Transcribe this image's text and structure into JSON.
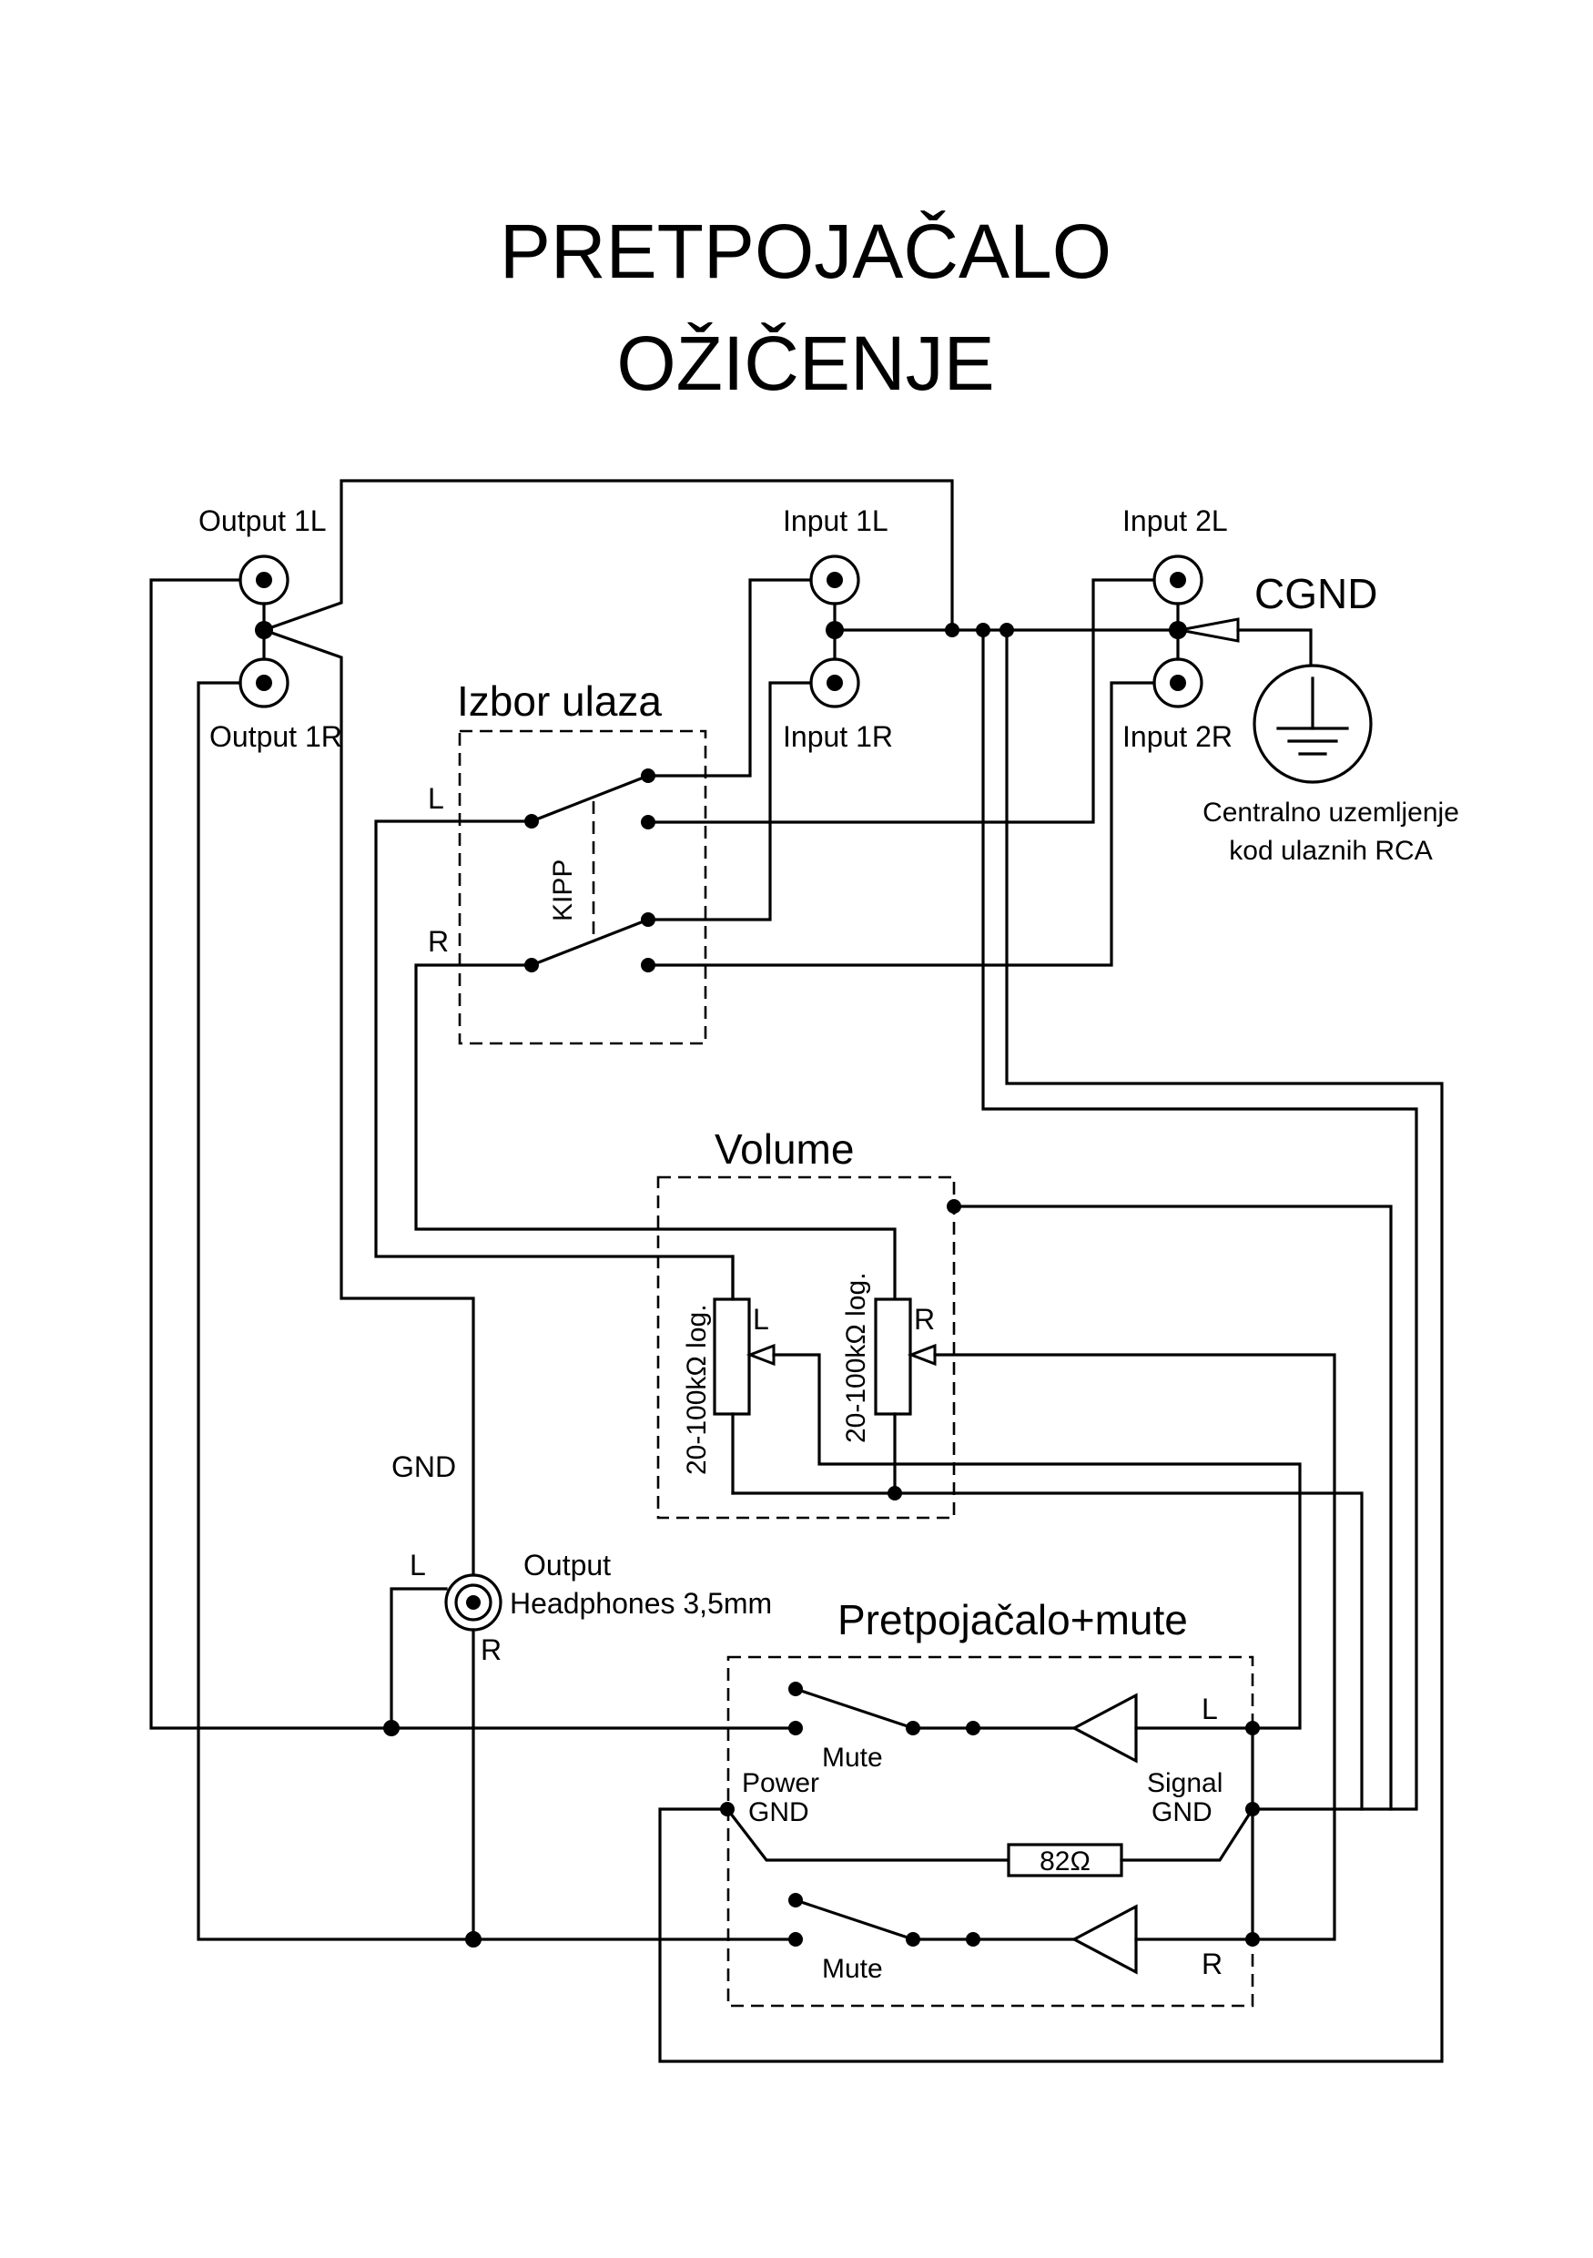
{
  "title": {
    "line1": "PRETPOJAČALO",
    "line2": "OŽIČENJE"
  },
  "connectors": {
    "output_1l": "Output 1L",
    "output_1r": "Output 1R",
    "input_1l": "Input 1L",
    "input_1r": "Input 1R",
    "input_2l": "Input 2L",
    "input_2r": "Input 2R"
  },
  "ground": {
    "cgnd": "CGND",
    "note_line1": "Centralno uzemljenje",
    "note_line2": "kod ulaznih RCA"
  },
  "selector": {
    "title": "Izbor ulaza",
    "switch_label": "KIPP",
    "left": "L",
    "right": "R"
  },
  "volume": {
    "title": "Volume",
    "pot_left_value": "20-100kΩ log.",
    "pot_right_value": "20-100kΩ log.",
    "pot_left_channel": "L",
    "pot_right_channel": "R"
  },
  "headphones": {
    "gnd": "GND",
    "left": "L",
    "right": "R",
    "label_line1": "Output",
    "label_line2": "Headphones 3,5mm"
  },
  "preamp": {
    "title": "Pretpojačalo+mute",
    "mute_top": "Mute",
    "mute_bottom": "Mute",
    "power_gnd_line1": "Power",
    "power_gnd_line2": "GND",
    "signal_gnd_line1": "Signal",
    "signal_gnd_line2": "GND",
    "resistor": "82Ω",
    "left": "L",
    "right": "R"
  }
}
